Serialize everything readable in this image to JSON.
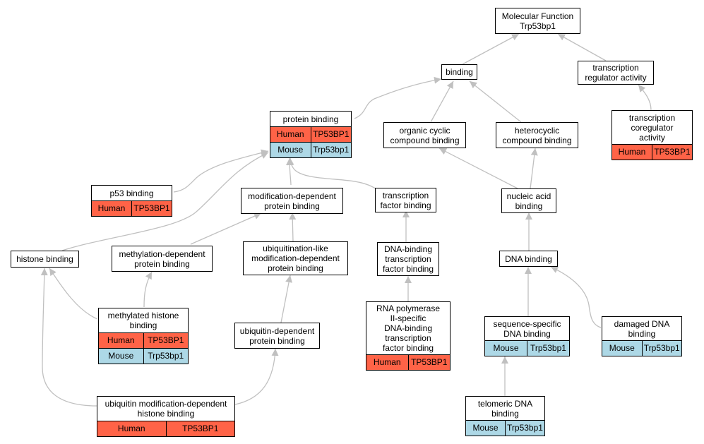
{
  "colors": {
    "human": "#ff6347",
    "mouse": "#add8e6",
    "edge": "#c0c0c0"
  },
  "nodes": {
    "mf": {
      "title": "Molecular Function\nTrp53bp1",
      "rows": []
    },
    "binding": {
      "title": "binding",
      "rows": []
    },
    "tra": {
      "title": "transcription\nregulator activity",
      "rows": []
    },
    "tca": {
      "title": "transcription\ncoregulator\nactivity",
      "rows": [
        {
          "species": "Human",
          "gene": "TP53BP1"
        }
      ]
    },
    "pb": {
      "title": "protein binding",
      "rows": [
        {
          "species": "Human",
          "gene": "TP53BP1"
        },
        {
          "species": "Mouse",
          "gene": "Trp53bp1"
        }
      ]
    },
    "occ": {
      "title": "organic cyclic\ncompound binding",
      "rows": []
    },
    "hcc": {
      "title": "heterocyclic\ncompound binding",
      "rows": []
    },
    "p53": {
      "title": "p53 binding",
      "rows": [
        {
          "species": "Human",
          "gene": "TP53BP1"
        }
      ]
    },
    "mdp": {
      "title": "modification-dependent\nprotein binding",
      "rows": []
    },
    "tfb": {
      "title": "transcription\nfactor binding",
      "rows": []
    },
    "nab": {
      "title": "nucleic acid\nbinding",
      "rows": []
    },
    "hb": {
      "title": "histone binding",
      "rows": []
    },
    "methdp": {
      "title": "methylation-dependent\nprotein binding",
      "rows": []
    },
    "ulmdp": {
      "title": "ubiquitination-like\nmodification-dependent\nprotein binding",
      "rows": []
    },
    "dbtfb": {
      "title": "DNA-binding\ntranscription\nfactor binding",
      "rows": []
    },
    "dnab": {
      "title": "DNA binding",
      "rows": []
    },
    "mhb": {
      "title": "methylated histone\nbinding",
      "rows": [
        {
          "species": "Human",
          "gene": "TP53BP1"
        },
        {
          "species": "Mouse",
          "gene": "Trp53bp1"
        }
      ]
    },
    "udpb": {
      "title": "ubiquitin-dependent\nprotein binding",
      "rows": []
    },
    "rnap": {
      "title": "RNA polymerase\nII-specific\nDNA-binding\ntranscription\nfactor binding",
      "rows": [
        {
          "species": "Human",
          "gene": "TP53BP1"
        }
      ]
    },
    "ssdb": {
      "title": "sequence-specific\nDNA binding",
      "rows": [
        {
          "species": "Mouse",
          "gene": "Trp53bp1"
        }
      ]
    },
    "ddb": {
      "title": "damaged DNA\nbinding",
      "rows": [
        {
          "species": "Mouse",
          "gene": "Trp53bp1"
        }
      ]
    },
    "umdhb": {
      "title": "ubiquitin modification-dependent\nhistone binding",
      "rows": [
        {
          "species": "Human",
          "gene": "TP53BP1"
        }
      ]
    },
    "tdb": {
      "title": "telomeric DNA\nbinding",
      "rows": [
        {
          "species": "Mouse",
          "gene": "Trp53bp1"
        }
      ]
    }
  }
}
